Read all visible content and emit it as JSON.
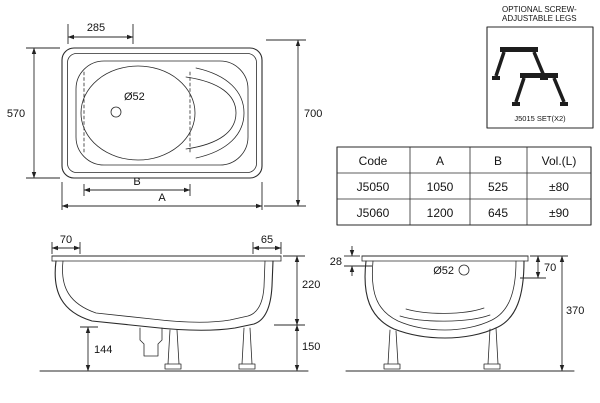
{
  "plan_view": {
    "width_dim": "285",
    "left_dim": "570",
    "right_dim": "700",
    "drain_label": "Ø52",
    "inner_length_label": "B",
    "overall_length_label": "A"
  },
  "legs_option": {
    "title_line1": "OPTIONAL SCREW-",
    "title_line2": "ADJUSTABLE LEGS",
    "set_label": "J5015 SET(X2)"
  },
  "spec_table": {
    "headers": [
      "Code",
      "A",
      "B",
      "Vol.(L)"
    ],
    "rows": [
      [
        "J5050",
        "1050",
        "525",
        "±80"
      ],
      [
        "J5060",
        "1200",
        "645",
        "±90"
      ]
    ]
  },
  "side_view": {
    "left_overhang_dim": "70",
    "right_overhang_dim": "65",
    "upper_depth_dim": "220",
    "leg_height_dim": "150",
    "drain_height_dim": "144"
  },
  "end_view": {
    "rim_dim": "28",
    "right_rim_dim": "70",
    "drain_label": "Ø52",
    "overall_height_dim": "370"
  }
}
